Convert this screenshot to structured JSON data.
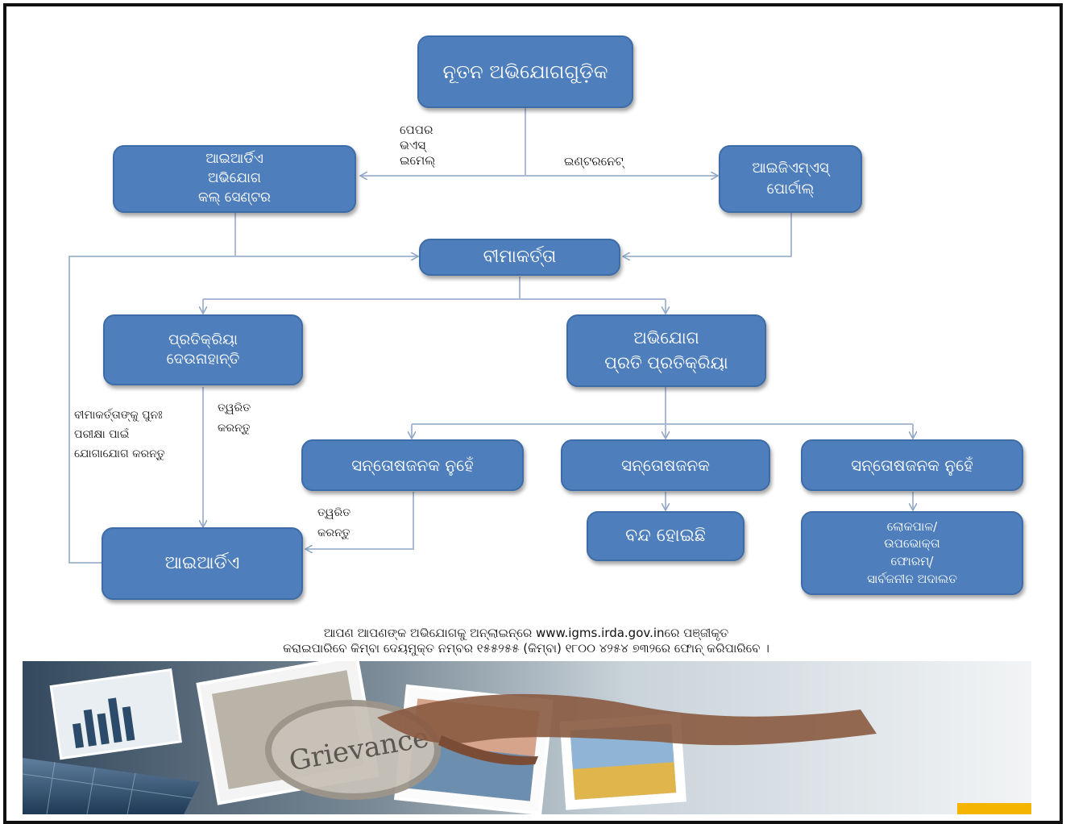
{
  "nodes": {
    "new_complaints": "ନୂତନ ଅଭିଯୋଗଗୁଡ଼ିକ",
    "irdai_call_center": [
      "ଆଇଆର୍ଡିଏ",
      "ଅଭିଯୋଗ",
      "କଲ୍ ସେଣ୍ଟର"
    ],
    "igms_portal": [
      "ଆଇଜିଏମ୍ଏସ୍",
      "ପୋର୍ଟାଲ୍"
    ],
    "insurer": "ବୀମାକର୍ତ୍ତା",
    "no_response": [
      "ପ୍ରତିକ୍ରିୟା",
      "ଦେଉନାହାନ୍ତି"
    ],
    "complaint_response": [
      "ଅଭିଯୋଗ",
      "ପ୍ରତି ପ୍ରତିକ୍ରିୟା"
    ],
    "not_satisfactory_left": "ସନ୍ତୋଷଜନକ ନୁହେଁ",
    "satisfactory": "ସନ୍ତୋଷଜନକ",
    "not_satisfactory_right": "ସନ୍ତୋଷଜନକ ନୁହେଁ",
    "closed": "ବନ୍ଦ ହୋଇଛି",
    "ombudsman": [
      "ଲୋକପାଳ/",
      "ଉପଭୋକ୍ତା",
      "ଫୋରମ୍/",
      "ସାର୍ବଜନୀନ ଅଦାଲତ"
    ],
    "irdai": "ଆଇଆର୍ଡିଏ"
  },
  "edge_labels": {
    "paper_fax_email": [
      "ପେପର",
      "ଭଏସ୍",
      "ଇମେଲ୍"
    ],
    "internet": "ଇଣ୍ଟରନେଟ୍",
    "recontact_insurer": [
      "ବୀମାକର୍ତ୍ତାଙ୍କୁ ପୁନଃ",
      "ପରୀକ୍ଷା ପାଇଁ",
      "ଯୋଗାଯୋଗ କରନ୍ତୁ"
    ],
    "escalate_1": [
      "ତ୍ୱରିତ",
      "କରନ୍ତୁ"
    ],
    "escalate_2": [
      "ତ୍ୱରିତ",
      "କରନ୍ତୁ"
    ]
  },
  "footer": {
    "line1": "ଆପଣ ଆପଣଙ୍କ ଅଭିଯୋଗକୁ ଅନ୍ଲାଇନ୍ରେ www.igms.irda.gov.inରେ ପଞ୍ଜୀକୃତ",
    "line2": "କରାଇପାରିବେ କିମ୍ବା ଦେୟମୁକ୍ତ ନମ୍ବର ୧୫୫୨୫୫ (କିମ୍ବା) ୧୮୦୦ ୪୨୫୪ ୭୩୨ରେ ଫୋନ୍ କରିପାରିବେ ।",
    "photo_text": "Grievance"
  },
  "colors": {
    "node_fill": "#4e7fbc",
    "node_border": "#3e6ca6",
    "connector": "#a9bbd4",
    "text_on_node": "#ffffff"
  }
}
